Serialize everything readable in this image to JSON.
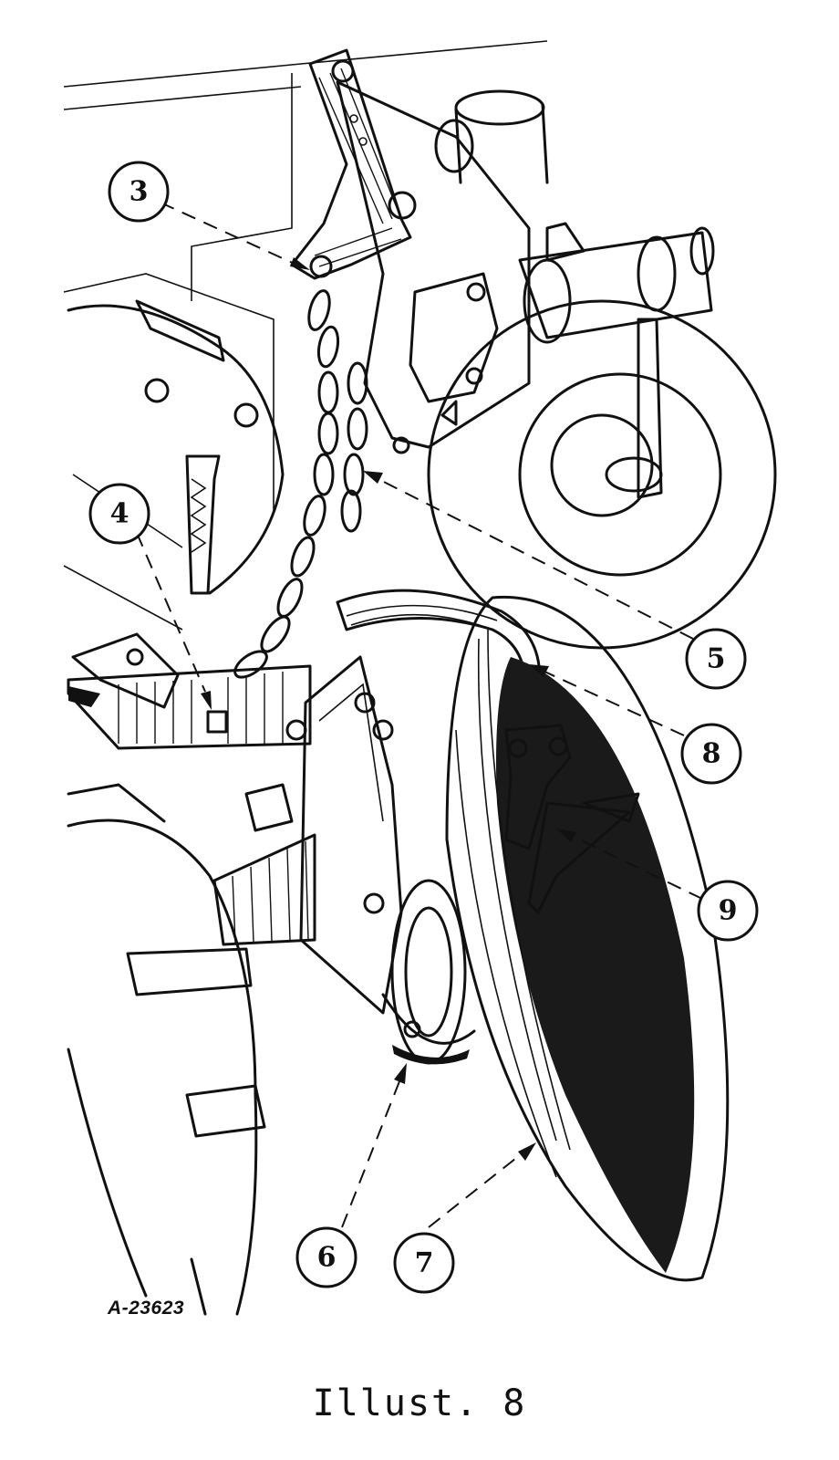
{
  "callouts": [
    {
      "id": "c3",
      "label": "3"
    },
    {
      "id": "c4",
      "label": "4"
    },
    {
      "id": "c5",
      "label": "5"
    },
    {
      "id": "c6",
      "label": "6"
    },
    {
      "id": "c7",
      "label": "7"
    },
    {
      "id": "c8",
      "label": "8"
    },
    {
      "id": "c9",
      "label": "9"
    }
  ],
  "figure_code": "A-23623",
  "caption": "Illust. 8"
}
